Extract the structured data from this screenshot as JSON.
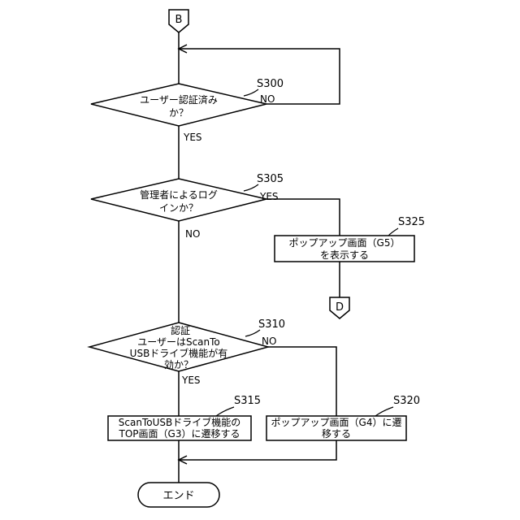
{
  "connectors": {
    "top": "B",
    "side": "D"
  },
  "steps": {
    "s300": {
      "id": "S300",
      "lines": [
        "ユーザー認証済み",
        "か？"
      ],
      "yes": "YES",
      "no": "NO"
    },
    "s305": {
      "id": "S305",
      "lines": [
        "管理者によるログ",
        "インか？"
      ],
      "yes": "YES",
      "no": "NO"
    },
    "s310": {
      "id": "S310",
      "lines": [
        "認証",
        "ユーザーはScanTo",
        "USBドライブ機能が有",
        "効か？"
      ],
      "yes": "YES",
      "no": "NO"
    },
    "s315": {
      "id": "S315",
      "lines": [
        "ScanToUSBドライブ機能の",
        "TOP画面（G3）に遷移する"
      ]
    },
    "s320": {
      "id": "S320",
      "lines": [
        "ポップアップ画面（G4）に遷",
        "移する"
      ]
    },
    "s325": {
      "id": "S325",
      "lines": [
        "ポップアップ画面（G5）",
        "を表示する"
      ]
    }
  },
  "end": {
    "label": "エンド"
  }
}
